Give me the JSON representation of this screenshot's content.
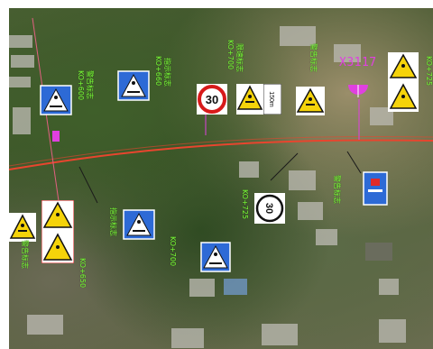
{
  "route": {
    "label": "X3117",
    "color": "#e040e0"
  },
  "road": {
    "color": "#e8452e"
  },
  "label_color": "#7cff3a",
  "signs": {
    "speed_limit": "30",
    "distance_plate": "150m",
    "min_speed": "30"
  },
  "labels": {
    "a": "警告标志",
    "b": "KO+600",
    "c": "指示标志",
    "d": "KO+660",
    "e": "KO+700",
    "f": "限速标志",
    "g": "警告标志",
    "h": "KO+650",
    "i": "指示标志",
    "j": "KO+700",
    "k": "警告标志",
    "l": "KO+725"
  },
  "icons": {
    "warning": "children-crossing-warning-icon",
    "pedestrian": "pedestrian-crossing-icon",
    "speed": "speed-limit-icon",
    "min_speed": "minimum-speed-icon",
    "hazard": "hazard-warning-icon",
    "pole": "sign-pole-marker-icon"
  }
}
